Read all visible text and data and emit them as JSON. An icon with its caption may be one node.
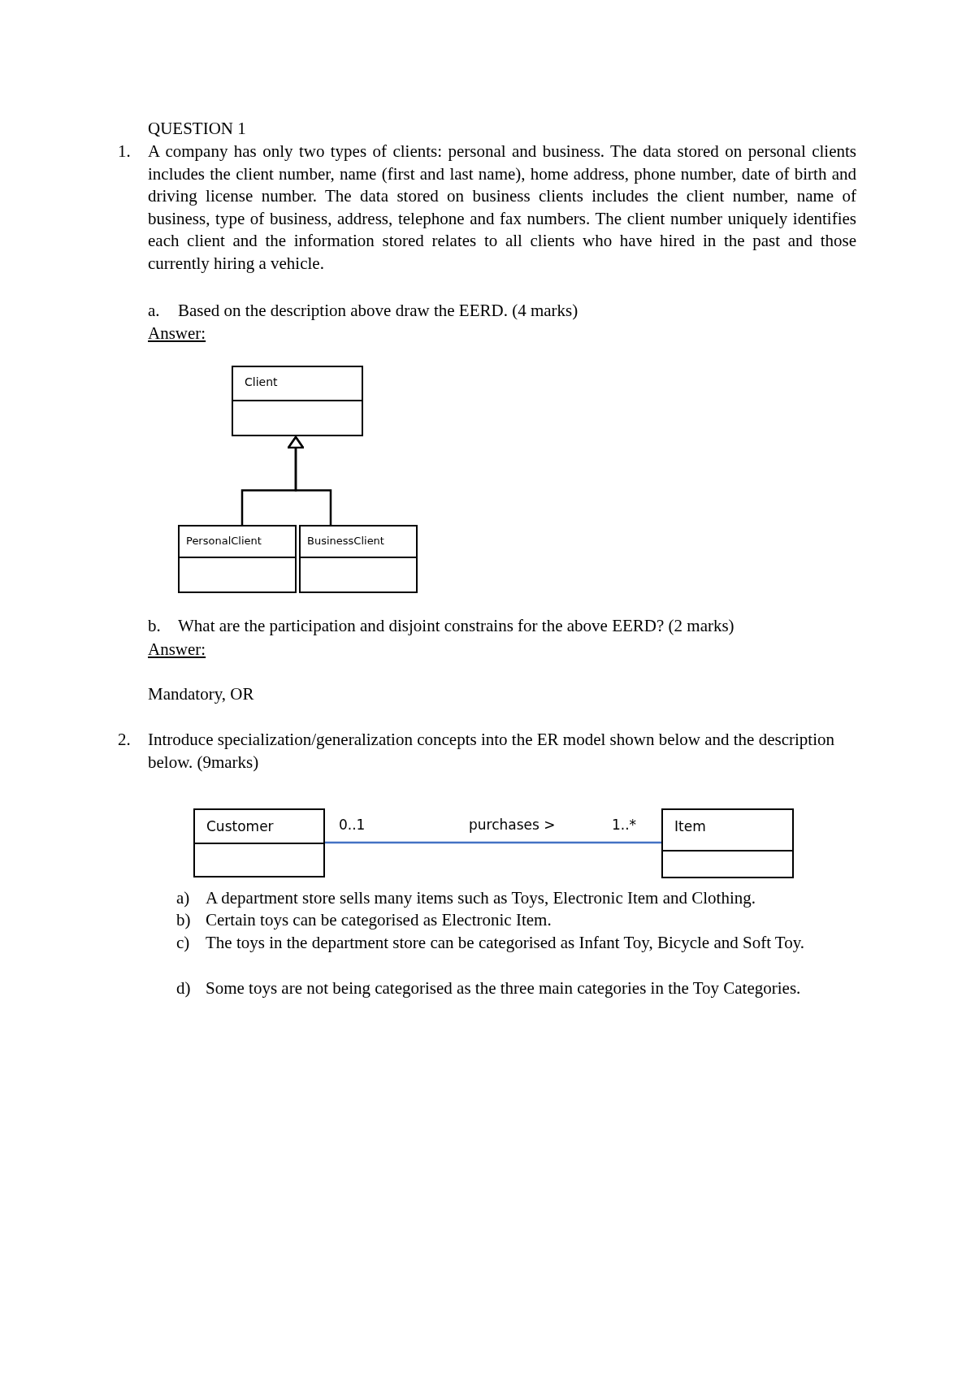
{
  "diagram": {
    "nodes": [
      {
        "text": [
          "Client"
        ]
      },
      {
        "text": [
          "PersonalClient"
        ]
      },
      {
        "text": [
          "BusinessClient"
        ]
      },
      {
        "text": [
          "Customer"
        ],
        "beside": [
          "0..1"
        ]
      },
      {
        "text": [
          "Item"
        ],
        "beside": [
          "1..*"
        ]
      }
    ],
    "edges": [
      {
        "from": 1,
        "to": 0,
        "arrow": "to"
      },
      {
        "from": 2,
        "to": 0,
        "arrow": "to"
      },
      {
        "from": 3,
        "to": 4,
        "arrow": "none",
        "label": "purchases >",
        "color": "#4472c4"
      }
    ],
    "labels": [
      "QUESTION 1",
      "1.",
      "A company has only two types of clients: personal and business. The data stored on personal clients includes the client number, name (first and last name), home address, phone number, date of birth and driving license number. The data stored on business clients includes the client number, name of business, type of business, address, telephone and fax numbers. The client number uniquely identifies each client and the information stored relates to all clients who have hired in the past and those currently hiring a vehicle.",
      "a.",
      "Based on the description above draw the EERD. (4 marks)",
      "Answer:",
      "b.",
      "What are the participation and disjoint constrains for the above EERD? (2 marks)",
      "Answer:",
      "Mandatory, OR",
      "2.",
      "Introduce specialization/generalization concepts into the ER model shown below and the description below. (9marks)",
      "a)",
      "A department store sells many items such as Toys, Electronic Item and Clothing.",
      "b)",
      "Certain toys can be categorised as Electronic Item.",
      "c)",
      "The toys in the department store can be categorised as Infant Toy, Bicycle and Soft Toy.",
      "d)",
      "Some toys are not being categorised as the three main categories in the Toy Categories."
    ]
  }
}
